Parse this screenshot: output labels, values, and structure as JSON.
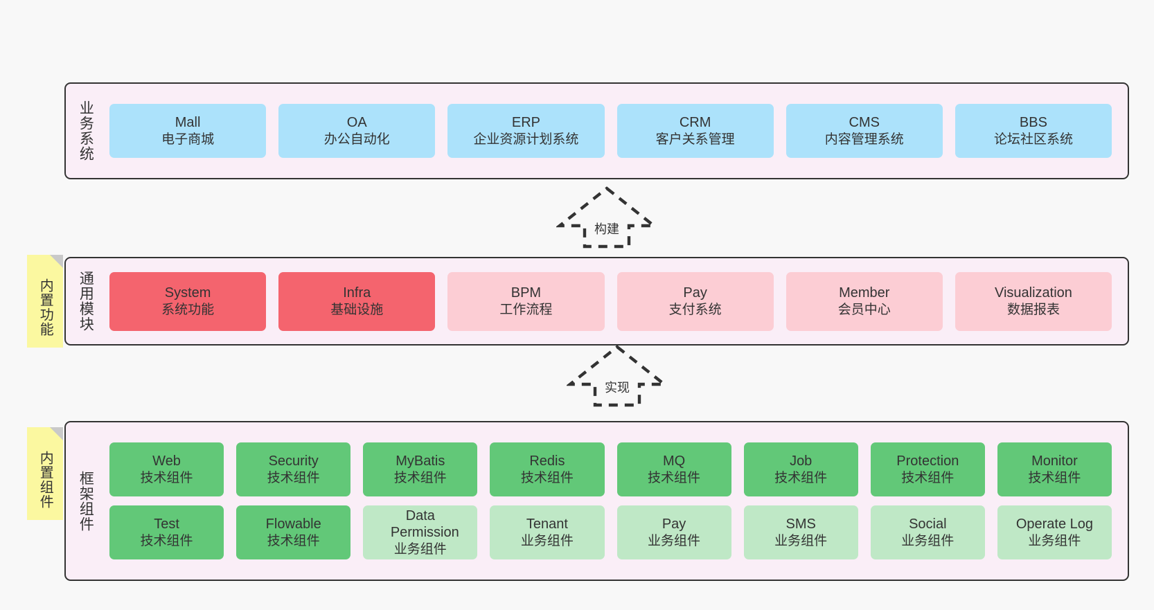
{
  "layers": [
    {
      "id": "business-systems",
      "label": "业务系统",
      "cards": [
        {
          "title": "Mall",
          "subtitle": "电子商城"
        },
        {
          "title": "OA",
          "subtitle": "办公自动化"
        },
        {
          "title": "ERP",
          "subtitle": "企业资源计划系统"
        },
        {
          "title": "CRM",
          "subtitle": "客户关系管理"
        },
        {
          "title": "CMS",
          "subtitle": "内容管理系统"
        },
        {
          "title": "BBS",
          "subtitle": "论坛社区系统"
        }
      ]
    },
    {
      "id": "common-modules",
      "label": "通用模块",
      "note": "内置功能",
      "cards": [
        {
          "title": "System",
          "subtitle": "系统功能"
        },
        {
          "title": "Infra",
          "subtitle": "基础设施"
        },
        {
          "title": "BPM",
          "subtitle": "工作流程"
        },
        {
          "title": "Pay",
          "subtitle": "支付系统"
        },
        {
          "title": "Member",
          "subtitle": "会员中心"
        },
        {
          "title": "Visualization",
          "subtitle": "数据报表"
        }
      ]
    },
    {
      "id": "framework-components",
      "label": "框架组件",
      "note": "内置组件",
      "row1": [
        {
          "title": "Web",
          "subtitle": "技术组件"
        },
        {
          "title": "Security",
          "subtitle": "技术组件"
        },
        {
          "title": "MyBatis",
          "subtitle": "技术组件"
        },
        {
          "title": "Redis",
          "subtitle": "技术组件"
        },
        {
          "title": "MQ",
          "subtitle": "技术组件"
        },
        {
          "title": "Job",
          "subtitle": "技术组件"
        },
        {
          "title": "Protection",
          "subtitle": "技术组件"
        },
        {
          "title": "Monitor",
          "subtitle": "技术组件"
        }
      ],
      "row2": [
        {
          "title": "Test",
          "subtitle": "技术组件"
        },
        {
          "title": "Flowable",
          "subtitle": "技术组件"
        },
        {
          "title": "Data Permission",
          "subtitle": "业务组件"
        },
        {
          "title": "Tenant",
          "subtitle": "业务组件"
        },
        {
          "title": "Pay",
          "subtitle": "业务组件"
        },
        {
          "title": "SMS",
          "subtitle": "业务组件"
        },
        {
          "title": "Social",
          "subtitle": "业务组件"
        },
        {
          "title": "Operate Log",
          "subtitle": "业务组件"
        }
      ]
    }
  ],
  "arrows": [
    {
      "id": "build",
      "label": "构建"
    },
    {
      "id": "implement",
      "label": "实现"
    }
  ],
  "colors": {
    "background": "#f8f8f8",
    "band": "#faeef7",
    "band_border": "#333333",
    "blue": "#ace2fb",
    "red": "#f4646e",
    "pink": "#fccdd4",
    "green": "#62c878",
    "light_green": "#bfe8c6",
    "note": "#fbf8a0",
    "note_fold": "#c9c9c9"
  }
}
